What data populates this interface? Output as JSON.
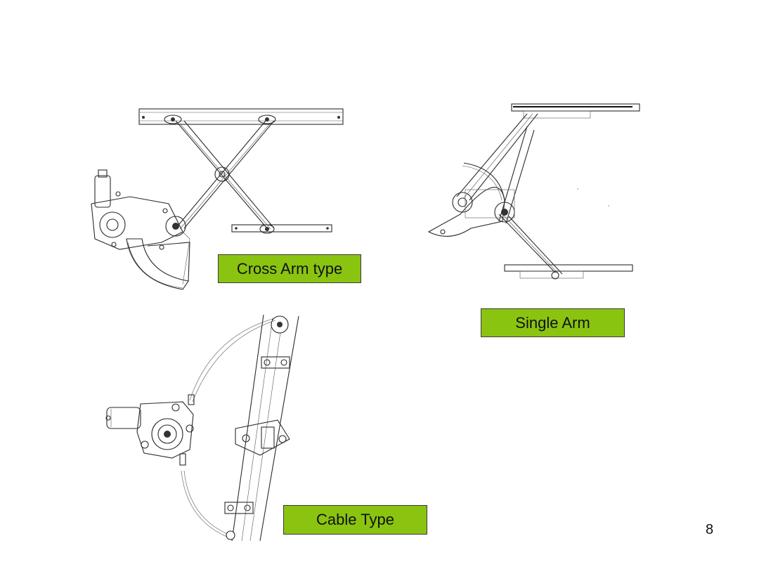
{
  "labels": {
    "cross_arm": "Cross Arm type",
    "single_arm": "Single Arm",
    "cable": "Cable Type"
  },
  "page_number": "8",
  "colors": {
    "label_bg": "#8ac410",
    "background": "#ffffff"
  }
}
